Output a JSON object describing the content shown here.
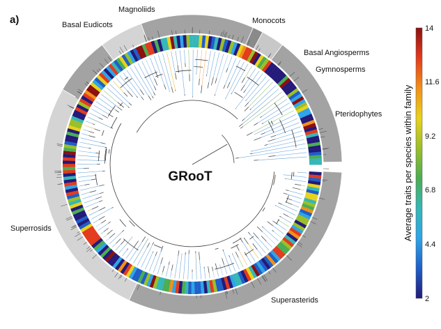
{
  "figure": {
    "panel_label": "a)",
    "center_label": "GRooT",
    "groups": [
      {
        "label": "Basal Eudicots",
        "start_deg": 300,
        "end_deg": 323,
        "band_color": "#a3a3a3"
      },
      {
        "label": "Magnoliids",
        "start_deg": 323,
        "end_deg": 340,
        "band_color": "#d4d4d4"
      },
      {
        "label": "Monocots",
        "start_deg": 340,
        "end_deg": 24,
        "band_color": "#a3a3a3"
      },
      {
        "label": "Basal Angiosperms",
        "start_deg": 24,
        "end_deg": 28,
        "band_color": "#8a8a8a"
      },
      {
        "label": "Gymnosperms",
        "start_deg": 28,
        "end_deg": 37,
        "band_color": "#c8c8c8"
      },
      {
        "label": "Pteridophytes",
        "start_deg": 37,
        "end_deg": 89,
        "band_color": "#a3a3a3"
      },
      {
        "label": "Superasterids",
        "start_deg": 93,
        "end_deg": 205,
        "band_color": "#a3a3a3"
      },
      {
        "label": "Superrosids",
        "start_deg": 205,
        "end_deg": 300,
        "band_color": "#d4d4d4"
      }
    ],
    "colorbar": {
      "title": "Average traits per species within family",
      "min": 2,
      "max": 14,
      "ticks": [
        "14",
        "11.6",
        "9.2",
        "6.8",
        "4.4",
        "2"
      ],
      "colors": [
        "#241a7a",
        "#1f5fc8",
        "#2fa4e8",
        "#36b7b7",
        "#4cad52",
        "#9bbf2a",
        "#e9d21b",
        "#f29018",
        "#e33b1d",
        "#8c1010"
      ]
    }
  }
}
